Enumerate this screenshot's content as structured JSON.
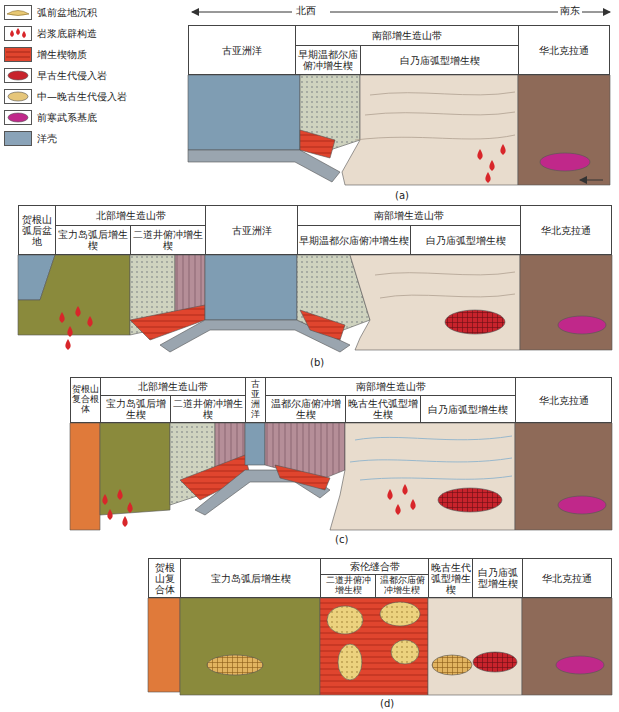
{
  "diagram": {
    "nodes": [
      {
        "text": [
          "古亚洲洋"
        ]
      },
      {
        "text": [
          "南部增生造山带"
        ]
      },
      {
        "text": [
          "早期温都尔庙俯冲增生楔"
        ],
        "in": 1
      },
      {
        "text": [
          "白乃庙弧型增生楔"
        ],
        "in": 1
      },
      {
        "text": [
          "华北克拉通"
        ]
      },
      {
        "text": [
          "贺根山弧后盆地"
        ]
      },
      {
        "text": [
          "北部增生造山带"
        ]
      },
      {
        "text": [
          "宝力岛弧后增生楔"
        ],
        "in": 6
      },
      {
        "text": [
          "二道井俯冲增生楔"
        ],
        "in": 6
      },
      {
        "text": [
          "古亚洲洋"
        ]
      },
      {
        "text": [
          "南部增生造山带"
        ]
      },
      {
        "text": [
          "早期温都尔庙俯冲增生楔"
        ],
        "in": 10
      },
      {
        "text": [
          "白乃庙弧型增生楔"
        ],
        "in": 10
      },
      {
        "text": [
          "华北克拉通"
        ]
      },
      {
        "text": [
          "贺根山复合根体"
        ]
      },
      {
        "text": [
          "北部增生造山带"
        ]
      },
      {
        "text": [
          "宝力岛弧后增生楔"
        ],
        "in": 15
      },
      {
        "text": [
          "二道井俯冲增生楔"
        ],
        "in": 15
      },
      {
        "text": [
          "古亚洲洋"
        ]
      },
      {
        "text": [
          "南部增生造山带"
        ]
      },
      {
        "text": [
          "温都尔庙俯冲增生楔"
        ],
        "in": 19
      },
      {
        "text": [
          "晚古生代弧型增生楔"
        ],
        "in": 19
      },
      {
        "text": [
          "白乃庙弧型增生楔"
        ],
        "in": 19
      },
      {
        "text": [
          "华北克拉通"
        ]
      },
      {
        "text": [
          "贺根山复合体"
        ]
      },
      {
        "text": [
          "宝力岛弧后增生楔"
        ]
      },
      {
        "text": [
          "索伦缝合带"
        ]
      },
      {
        "text": [
          "二道井俯冲增生楔"
        ],
        "in": 26
      },
      {
        "text": [
          "温都尔庙俯冲增生楔"
        ],
        "in": 26
      },
      {
        "text": [
          "晚古生代弧型增生楔"
        ]
      },
      {
        "text": [
          "白乃庙弧型增生楔"
        ]
      },
      {
        "text": [
          "华北克拉通"
        ]
      }
    ],
    "labels": [
      "北西",
      "南东",
      "(a)",
      "(b)",
      "(c)",
      "(d)"
    ],
    "legend": [
      {
        "text": "弧前盆地沉积",
        "color": "#e8c873"
      },
      {
        "text": "岩浆底辟构造",
        "color": "#d8262a"
      },
      {
        "text": "增生楔物质",
        "color": "#e0452e"
      },
      {
        "text": "早古生代侵入岩",
        "color": "#c8232c"
      },
      {
        "text": "中—晚古生代侵入岩",
        "color": "#e6c67a"
      },
      {
        "text": "前寒武系基底",
        "color": "#c0288a"
      },
      {
        "text": "洋壳",
        "color": "#8aa3b8"
      }
    ]
  }
}
